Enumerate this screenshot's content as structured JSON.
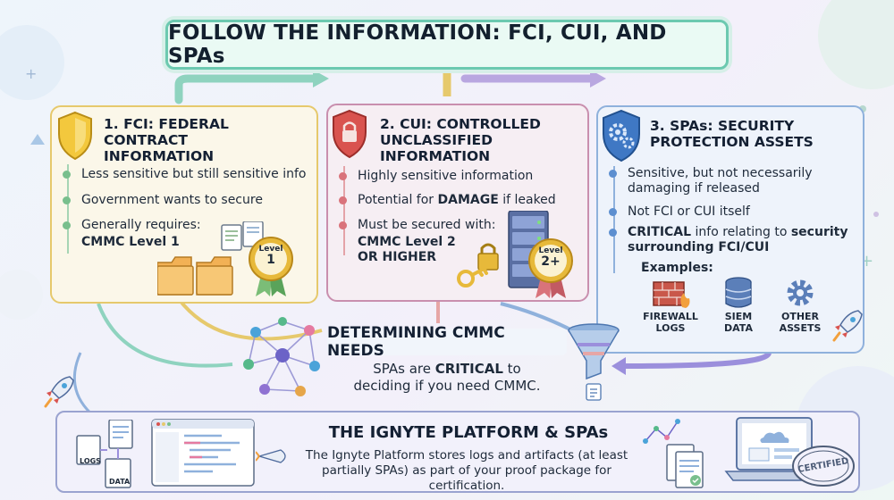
{
  "title": "FOLLOW THE INFORMATION: FCI, CUI, AND SPAs",
  "panels": {
    "fci": {
      "title_line1": "1. FCI: FEDERAL CONTRACT",
      "title_line2": "INFORMATION",
      "bullets": [
        "Less sensitive but still sensitive info",
        "Government wants to secure",
        "Generally requires:"
      ],
      "level_text": "CMMC Level 1",
      "badge_word": "Level",
      "badge_num": "1",
      "accent": "#e6c96c"
    },
    "cui": {
      "title_line1": "2. CUI: CONTROLLED",
      "title_line2": "UNCLASSIFIED INFORMATION",
      "bullet1": "Highly sensitive information",
      "bullet2_pre": "Potential for ",
      "bullet2_bold": "DAMAGE",
      "bullet2_post": " if leaked",
      "bullet3": "Must be secured with:",
      "level_line1": "CMMC Level 2",
      "level_line2": "OR HIGHER",
      "badge_word": "Level",
      "badge_num": "2+",
      "accent": "#c98fae"
    },
    "spa": {
      "title_line1": "3. SPAs: SECURITY",
      "title_line2": "PROTECTION ASSETS",
      "bullet1_line1": "Sensitive, but not necessarily",
      "bullet1_line2": "damaging if released",
      "bullet2": "Not FCI or CUI itself",
      "bullet3_bold": "CRITICAL",
      "bullet3_mid": " info relating to ",
      "bullet3_bold2": "security",
      "bullet3_line2": "surrounding FCI/CUI",
      "examples_label": "Examples:",
      "examples": [
        {
          "line1": "FIREWALL",
          "line2": "LOGS",
          "icon": "firewall-icon"
        },
        {
          "line1": "SIEM",
          "line2": "DATA",
          "icon": "database-icon"
        },
        {
          "line1": "OTHER",
          "line2": "ASSETS",
          "icon": "gear-icon"
        }
      ],
      "accent": "#8fb1dc"
    }
  },
  "center": {
    "title": "DETERMINING CMMC NEEDS",
    "desc_pre": "SPAs are ",
    "desc_bold": "CRITICAL",
    "desc_post": " to",
    "desc_line2": "deciding if you need CMMC."
  },
  "platform": {
    "title": "THE IGNYTE PLATFORM & SPAs",
    "desc_line1": "The Ignyte Platform stores logs and artifacts (at least",
    "desc_line2": "partially SPAs) as part of your proof package for certification.",
    "doc1": "LOGS",
    "doc2": "DATA",
    "stamp": "CERTIFIED"
  }
}
